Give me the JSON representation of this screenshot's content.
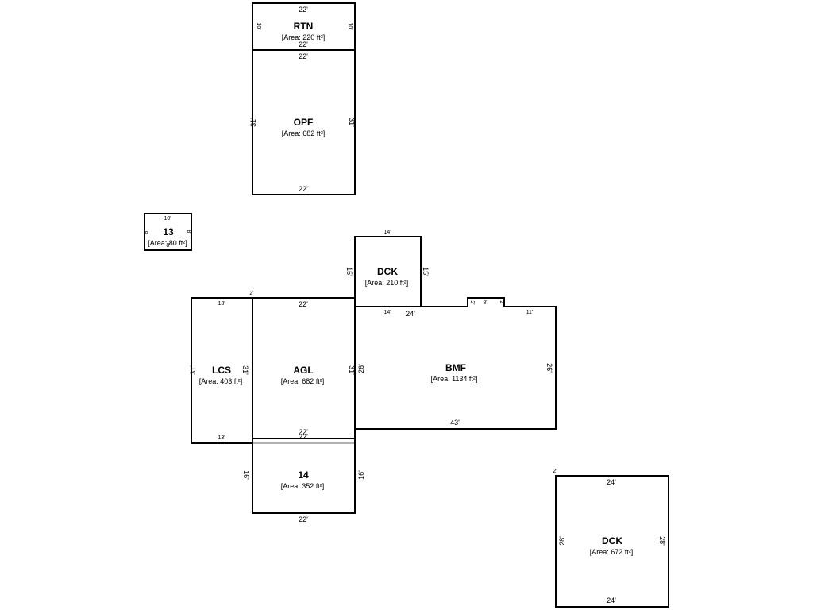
{
  "rtn": {
    "name": "RTN",
    "area": "[Area: 220 ft²]",
    "top": "22'",
    "bottom": "22'",
    "left": "10'",
    "right": "10'"
  },
  "opf": {
    "name": "OPF",
    "area": "[Area: 682 ft²]",
    "top": "22'",
    "bottom": "22'",
    "left": "31'",
    "right": "31'"
  },
  "r13": {
    "name": "13",
    "area": "[Area: 80 ft²]",
    "top": "10'",
    "bottom": "8'",
    "left": "8'",
    "right": "8'"
  },
  "dck_small": {
    "name": "DCK",
    "area": "[Area: 210 ft²]",
    "top": "14'",
    "bottom": "14'",
    "left": "15'",
    "right": "15'"
  },
  "lcs": {
    "name": "LCS",
    "area": "[Area: 403 ft²]",
    "top": "13'",
    "bottom": "13'",
    "left": "31'",
    "right": "31'"
  },
  "agl": {
    "name": "AGL",
    "area": "[Area: 682 ft²]",
    "top": "22'",
    "bottom": "22'",
    "right": "31'",
    "corner": "2'"
  },
  "bmf": {
    "name": "BMF",
    "area": "[Area: 1134 ft²]",
    "top_left": "24'",
    "top_right": "11'",
    "notch_top": "8'",
    "notch_left": "2'",
    "notch_right": "2'",
    "bottom": "43'",
    "left": "26'",
    "right": "26'"
  },
  "r14": {
    "name": "14",
    "area": "[Area: 352 ft²]",
    "top": "22'",
    "bottom": "22'",
    "left": "16'",
    "right": "16'"
  },
  "dck_large": {
    "name": "DCK",
    "area": "[Area: 672 ft²]",
    "top": "24'",
    "bottom": "24'",
    "left": "28'",
    "right": "28'",
    "corner": "2'"
  }
}
